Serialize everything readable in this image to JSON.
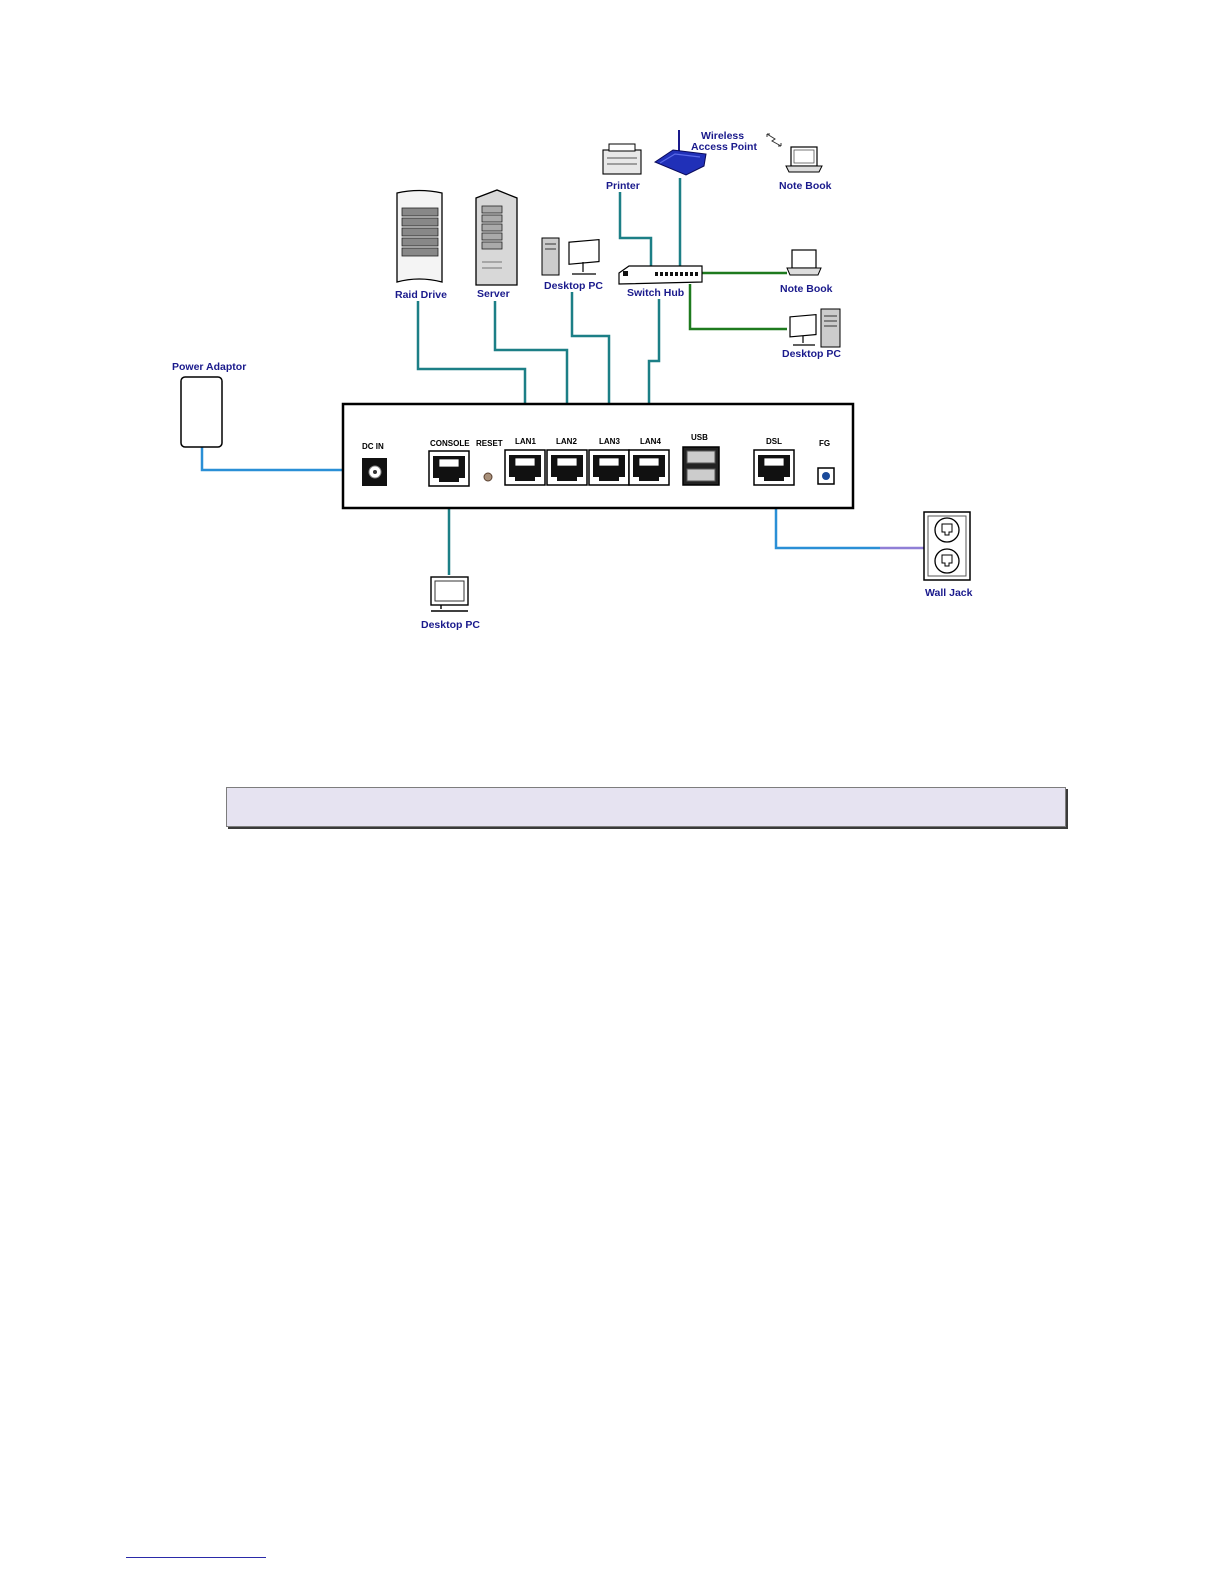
{
  "diagram": {
    "labels": {
      "wireless": "Wireless",
      "access_point": "Access Point",
      "printer": "Printer",
      "notebook_top": "Note Book",
      "raid_drive": "Raid Drive",
      "server": "Server",
      "desktop_pc_top": "Desktop PC",
      "switch_hub": "Switch Hub",
      "notebook_mid": "Note Book",
      "desktop_pc_right": "Desktop PC",
      "power_adaptor": "Power Adaptor",
      "desktop_pc_bottom": "Desktop PC",
      "wall_jack": "Wall Jack"
    },
    "ports": {
      "dc_in": "DC IN",
      "console": "CONSOLE",
      "reset": "RESET",
      "lan1": "LAN1",
      "lan2": "LAN2",
      "lan3": "LAN3",
      "lan4": "LAN4",
      "usb": "USB",
      "dsl": "DSL",
      "fg": "FG"
    },
    "colors": {
      "label": "#1a1a8c",
      "lan_cable": "#1c7f86",
      "power_cable": "#2a8fd6",
      "dsl_cable": "#2a8fd6",
      "phone_cable": "#8f7fd6",
      "hub_cable": "#1e7a1e",
      "note_box": "#e6e3f1"
    }
  }
}
